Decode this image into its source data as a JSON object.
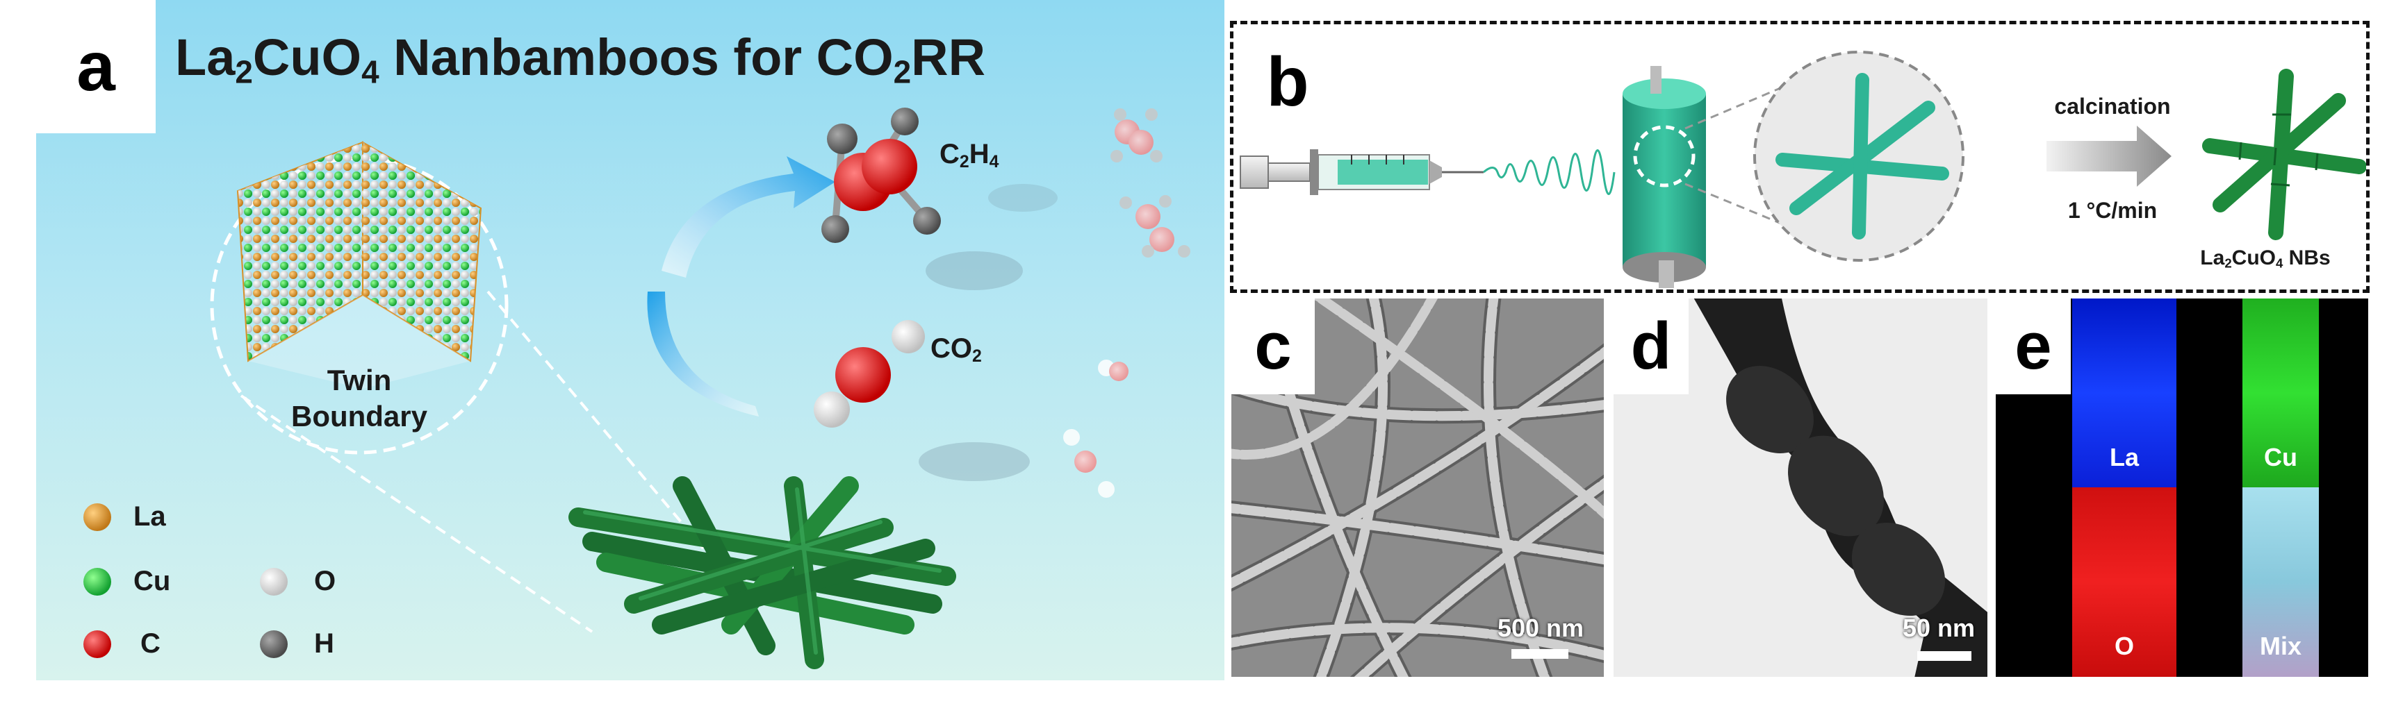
{
  "panel_a": {
    "label": "a",
    "title_pre": "La",
    "title_sub1": "2",
    "title_mid": "CuO",
    "title_sub2": "4",
    "title_post": " Nanbamboos for CO",
    "title_sub3": "2",
    "title_end": "RR",
    "twin_line1": "Twin",
    "twin_line2": "Boundary",
    "c2h4_pre": "C",
    "c2h4_sub1": "2",
    "c2h4_mid": "H",
    "c2h4_sub2": "4",
    "co2_pre": "CO",
    "co2_sub": "2",
    "legend": {
      "la": "La",
      "cu": "Cu",
      "o": "O",
      "c": "C",
      "h": "H"
    },
    "colors": {
      "la": "#e8a030",
      "cu": "#2dd64a",
      "o": "#f2f2f2",
      "c": "#e21a1a",
      "h": "#6e6e6e",
      "arrow": "#29a8e6",
      "fiber": "#1f7a34"
    }
  },
  "panel_b": {
    "label": "b",
    "arrow_top": "calcination",
    "arrow_bottom": "1 °C/min",
    "product_pre": "La",
    "product_sub1": "2",
    "product_mid": "CuO",
    "product_sub2": "4",
    "product_post": " NBs",
    "colors": {
      "fiber": "#2fb595",
      "product": "#1e8a3c"
    }
  },
  "panel_c": {
    "label": "c",
    "scale": "500 nm"
  },
  "panel_d": {
    "label": "d",
    "scale": "50 nm"
  },
  "panel_e": {
    "label": "e",
    "tiles": {
      "la": "La",
      "cu": "Cu",
      "o": "O",
      "mix": "Mix"
    },
    "colors": {
      "la": "#1030f0",
      "cu": "#28d028",
      "o": "#e81818",
      "mix": "#9ad8e6"
    }
  }
}
